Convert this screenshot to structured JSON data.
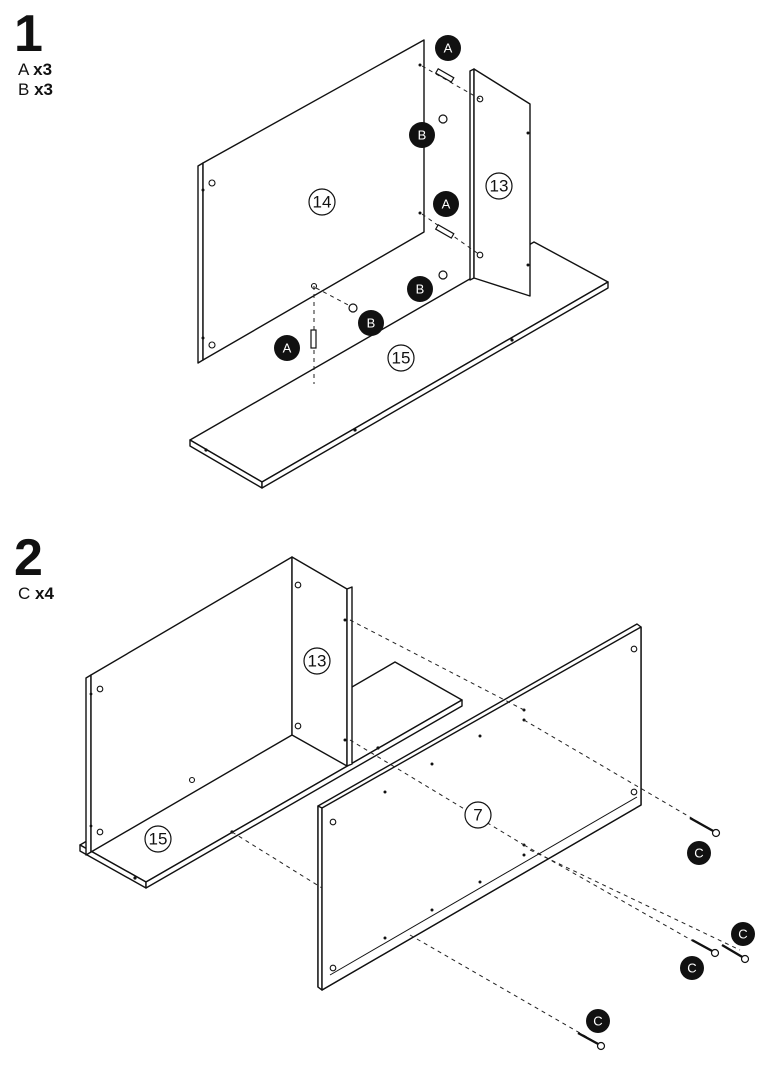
{
  "steps": [
    {
      "number": "1",
      "parts": [
        {
          "letter": "A",
          "qty": "x3"
        },
        {
          "letter": "B",
          "qty": "x3"
        }
      ],
      "panels": [
        "14",
        "13",
        "15"
      ],
      "hardware_labels": [
        "A",
        "A",
        "A",
        "B",
        "B",
        "B"
      ]
    },
    {
      "number": "2",
      "parts": [
        {
          "letter": "C",
          "qty": "x4"
        }
      ],
      "panels": [
        "13",
        "15",
        "7"
      ],
      "hardware_labels": [
        "C",
        "C",
        "C",
        "C"
      ]
    }
  ]
}
